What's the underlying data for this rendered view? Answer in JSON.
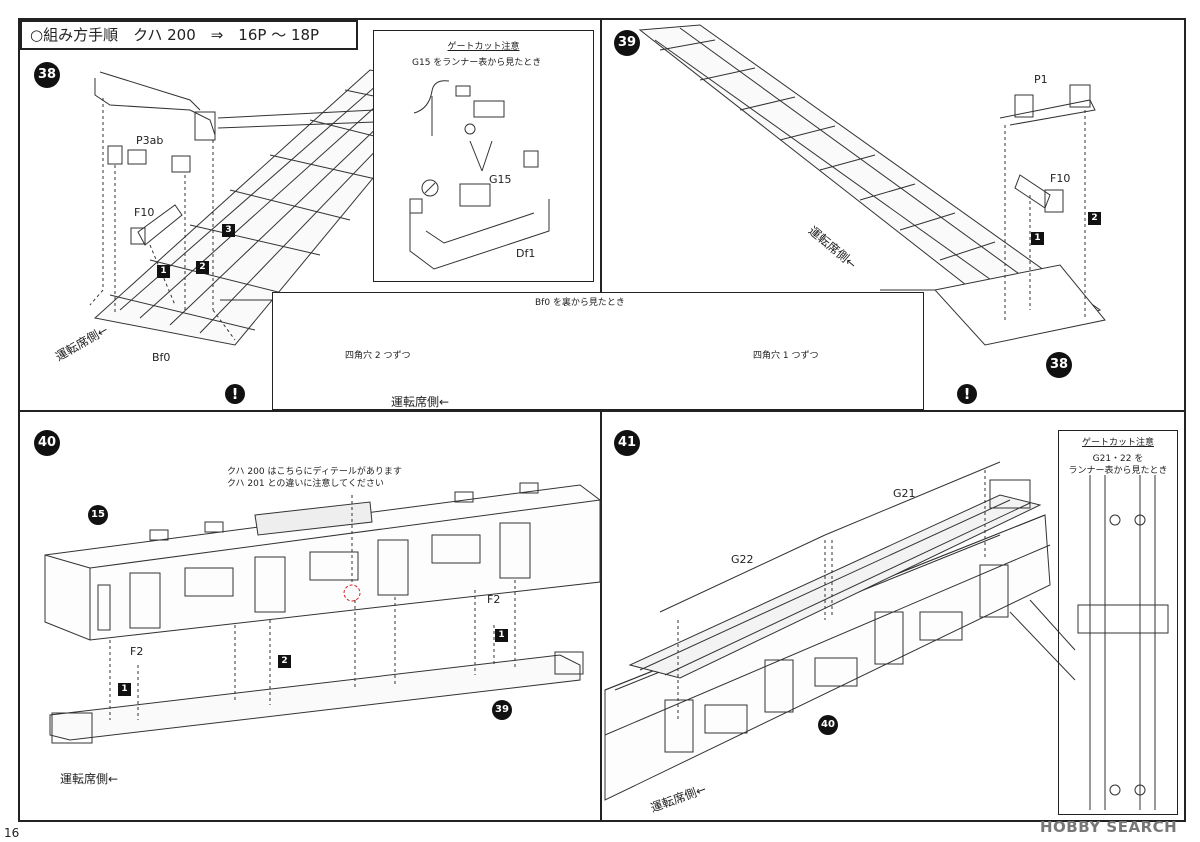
{
  "header": {
    "title": "○組み方手順　クハ 200　⇒　16P ～ 18P"
  },
  "steps": {
    "s38": {
      "number": "38",
      "parts": {
        "p3ab": "P3ab",
        "f10": "F10",
        "bf0": "Bf0"
      },
      "order": [
        "1",
        "2",
        "3"
      ],
      "direction": "運転席側←",
      "gate_note": {
        "title": "ゲートカット注意",
        "text": "G15 をランナー表から見たとき",
        "g15": "G15",
        "df1": "Df1"
      },
      "bottom_note": {
        "title": "Bf0 を裏から見たとき",
        "left": "四角穴 2 つずつ",
        "right": "四角穴 1 つずつ",
        "direction": "運転席側←"
      },
      "warning": "!"
    },
    "s39": {
      "number": "39",
      "parts": {
        "p1": "P1",
        "f10": "F10"
      },
      "order": [
        "1",
        "2"
      ],
      "direction": "運転席側←",
      "ref": "38",
      "warning": "!"
    },
    "s40": {
      "number": "40",
      "ref_top": "15",
      "ref_bottom": "39",
      "note_line1": "クハ 200 はこちらにディテールがあります",
      "note_line2": "クハ 201 との違いに注意してください",
      "parts": {
        "f2a": "F2",
        "f2b": "F2"
      },
      "order": [
        "1",
        "2",
        "1"
      ],
      "direction": "運転席側←"
    },
    "s41": {
      "number": "41",
      "parts": {
        "g21": "G21",
        "g22": "G22"
      },
      "ref": "40",
      "direction": "運転席側←",
      "gate_note": {
        "title": "ゲートカット注意",
        "line1": "G21・22 を",
        "line2": "ランナー表から見たとき"
      }
    }
  },
  "footer": {
    "page": "16",
    "watermark": "HOBBY SEARCH"
  }
}
